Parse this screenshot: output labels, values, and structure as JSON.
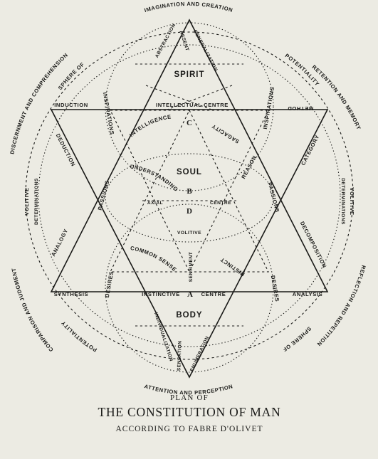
{
  "outer_ring": {
    "top": "IMAGINATION AND CREATION",
    "bottom": "ATTENTION AND PERCEPTION",
    "upper_left_a": "DISCERNMENT AND COMPREHENSION",
    "upper_left_b": "SPHERE OF",
    "upper_right_a": "POTENTIALITY",
    "upper_right_b": "RETENTION AND MEMORY",
    "lower_left_a": "COMPARISON AND JUDGMENT",
    "lower_left_b": "POTENTIALITY",
    "lower_right_a": "REFLECTION AND REPETITION",
    "lower_right_b": "SPHERE OF"
  },
  "sides": {
    "left_a": "VOLITIVE",
    "left_b": "DETERMINATIONS",
    "right_a": "VOLITIVE",
    "right_b": "DETERMINATIONS"
  },
  "upper_triangle": {
    "left": "INDUCTION",
    "right": "METHOD",
    "left_side": "DEDUCTION",
    "right_side": "CATEGORY",
    "left_lower": "ANALOGY",
    "right_lower": "DECOMPOSITION"
  },
  "lower_bar": {
    "left": "SYNTHESIS",
    "right": "ANALYSIS",
    "centre": "INSTINCTIVE",
    "centre_letter": "A",
    "centre_right": "CENTRE"
  },
  "spirit": {
    "title": "SPIRIT",
    "bar": "INTELLECTUAL CENTRE",
    "apex_left": "ASSENT",
    "apex_right": "GENERALIZATION",
    "apex_slant": "ABSTRACTION",
    "side_left": "INSPIRATIONS",
    "side_right": "INSPIRATIONS",
    "letter": "C",
    "intelligence": "INTELLIGENCE",
    "sagacity": "SAGACITY"
  },
  "soul": {
    "title": "SOUL",
    "understanding": "UNDERSTANDING",
    "reason": "REASON",
    "letter_b": "B",
    "letter_d": "D",
    "axial": "AXIAL",
    "centre": "CENTRE",
    "volitive": "VOLITIVE",
    "passions_left": "PASSIONS",
    "passions_right": "PASSIONS"
  },
  "body": {
    "title": "BODY",
    "common_sense": "COMMON SENSE",
    "sentiment": "SENTIMENT",
    "instinct": "INSTINCT",
    "desires_left": "DESIRES",
    "desires_right": "DESIRES",
    "individualization": "INDIVIDUALIZATION",
    "sensation": "SENSATION",
    "enumeration": "ENUMERATION"
  },
  "caption": {
    "plan_of": "PLAN OF",
    "title": "THE CONSTITUTION OF MAN",
    "according": "ACCORDING TO FABRE D'OLIVET"
  }
}
